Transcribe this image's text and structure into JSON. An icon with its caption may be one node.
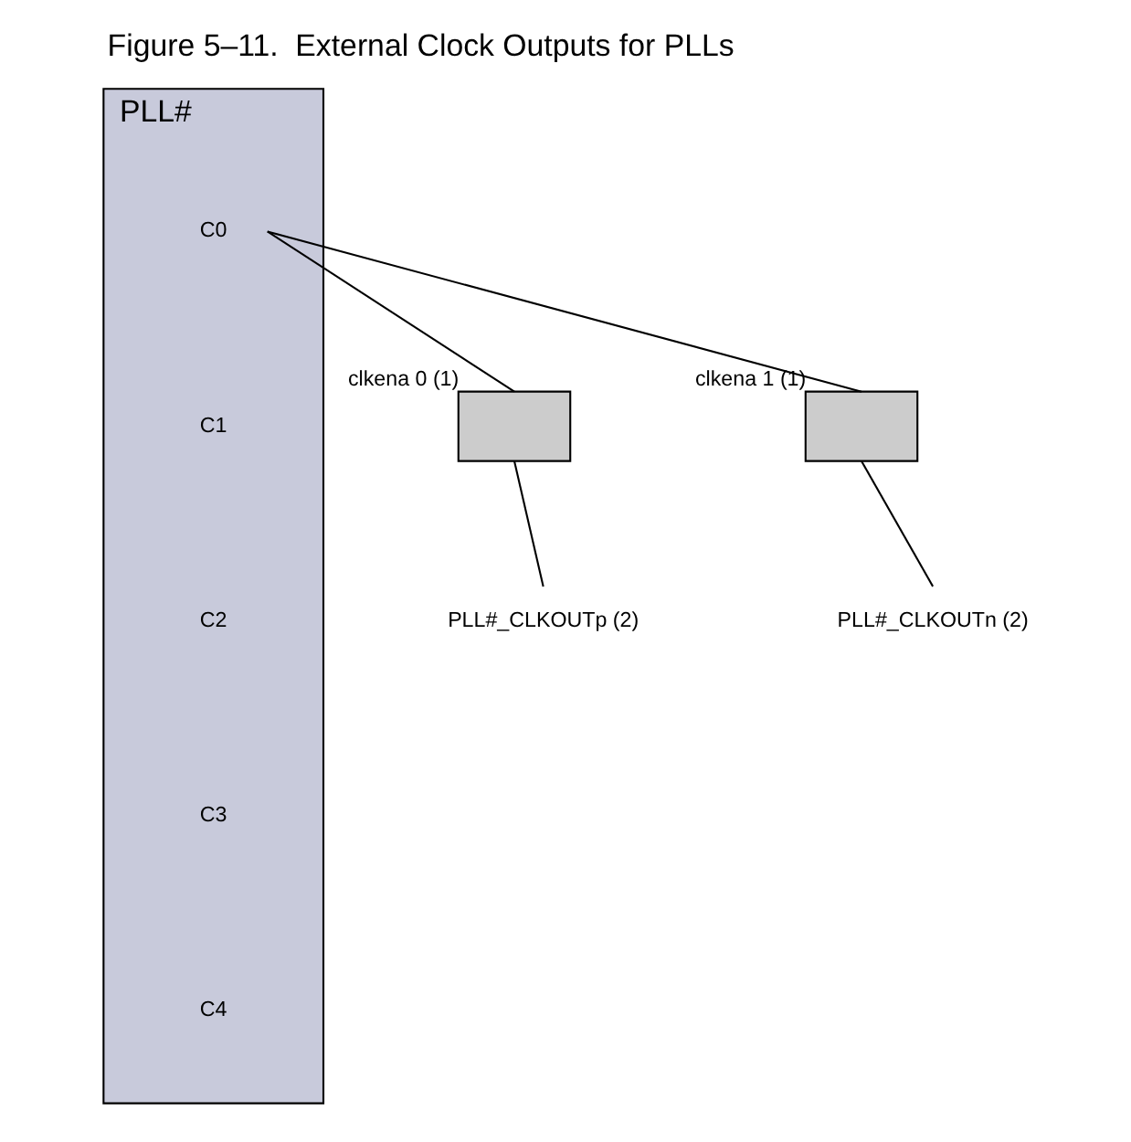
{
  "diagram": {
    "title": "Figure 5–11.  External Clock Outputs for PLLs",
    "nodes": [
      {
        "text": [
          "PLL#"
        ]
      },
      {
        "text": [
          "C0"
        ],
        "in": 0
      },
      {
        "text": [],
        "shape": "box",
        "beside": [
          "clkena 0 (1)"
        ]
      },
      {
        "text": [],
        "shape": "box",
        "beside": [
          "clkena 1 (1)"
        ]
      },
      {
        "text": [
          "PLL#_CLKOUTp (2)"
        ]
      },
      {
        "text": [
          "PLL#_CLKOUTn (2)"
        ]
      }
    ],
    "edges": [
      {
        "from": 1,
        "to": 2,
        "arrow": "none"
      },
      {
        "from": 1,
        "to": 3,
        "arrow": "none"
      },
      {
        "from": 2,
        "to": 4,
        "arrow": "none"
      },
      {
        "from": 3,
        "to": 5,
        "arrow": "none"
      }
    ],
    "labels": [
      "C1",
      "C2",
      "C3",
      "C4"
    ]
  }
}
